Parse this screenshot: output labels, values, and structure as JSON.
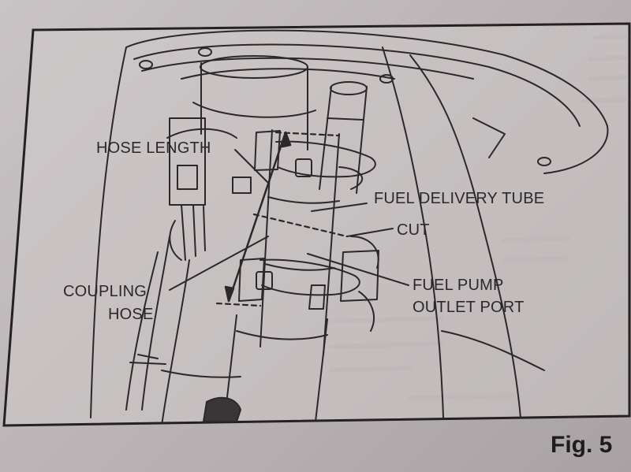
{
  "labels": {
    "hose_length": "HOSE LENGTH",
    "fuel_delivery_tube": "FUEL DELIVERY TUBE",
    "cut": "CUT",
    "coupling_hose_1": "COUPLING",
    "coupling_hose_2": "HOSE",
    "fuel_pump_outlet_1": "FUEL PUMP",
    "fuel_pump_outlet_2": "OUTLET PORT"
  },
  "figure_label": "Fig. 5",
  "colors": {
    "paper": "#c4bec0",
    "ink": "#2b2829",
    "panel": "#cfcacb"
  }
}
